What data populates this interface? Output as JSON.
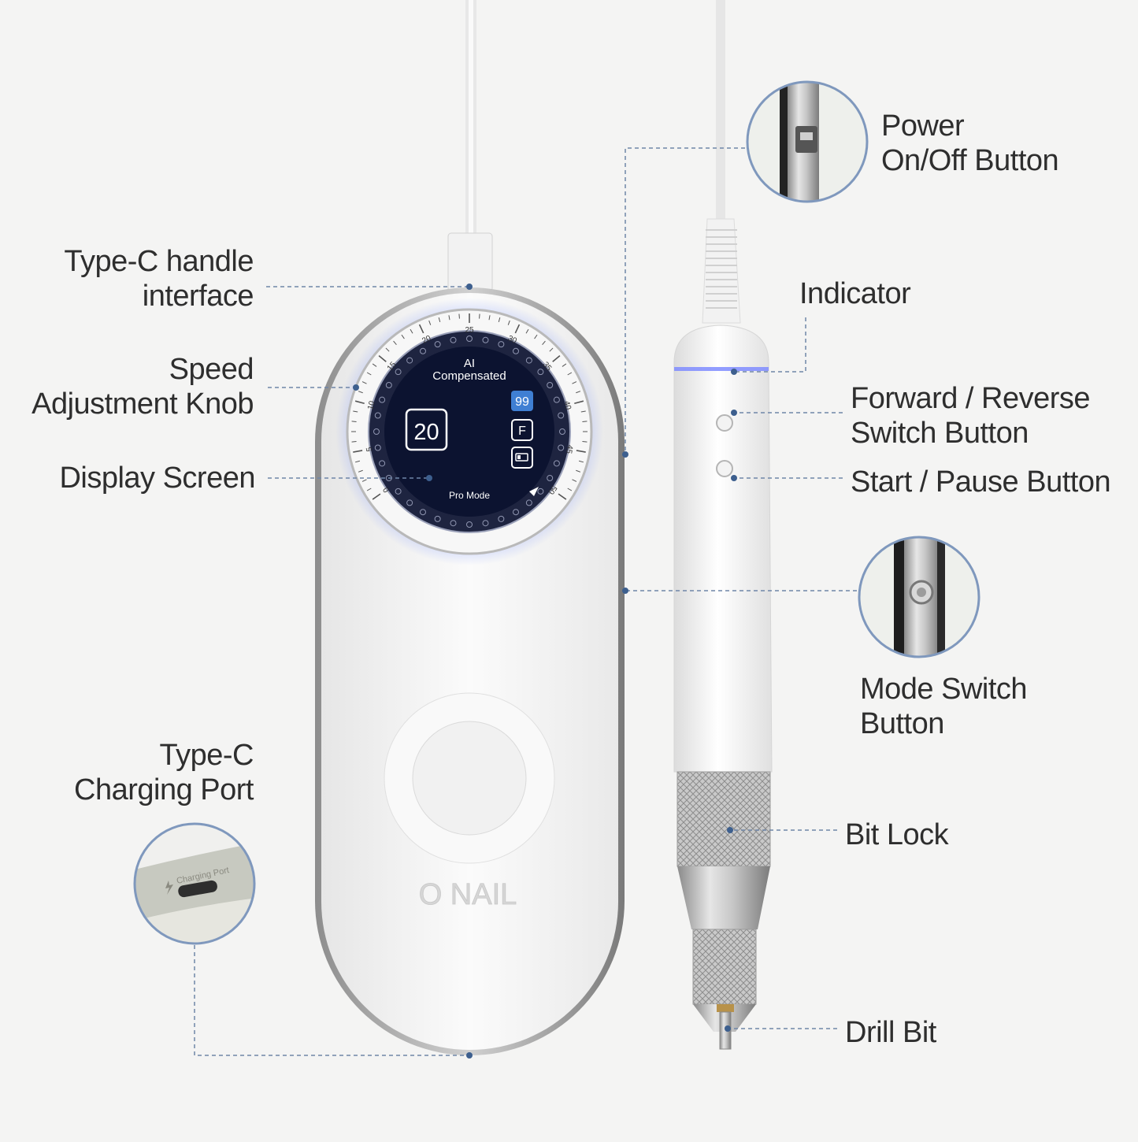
{
  "labels": {
    "type_c_handle": [
      "Type-C handle",
      "interface"
    ],
    "speed_knob": [
      "Speed",
      "Adjustment Knob"
    ],
    "display_screen": [
      "Display Screen"
    ],
    "type_c_charging": [
      "Type-C",
      "Charging Port"
    ],
    "power_button": [
      "Power",
      "On/Off Button"
    ],
    "indicator": [
      "Indicator"
    ],
    "forward_reverse": [
      "Forward / Reverse",
      "Switch Button"
    ],
    "start_pause": [
      "Start / Pause Button"
    ],
    "mode_switch": [
      "Mode Switch",
      "Button"
    ],
    "bit_lock": [
      "Bit Lock"
    ],
    "drill_bit": [
      "Drill Bit"
    ]
  },
  "screen": {
    "title_line1": "AI",
    "title_line2": "Compensated",
    "speed_value": "20",
    "badge_99": "99",
    "badge_f": "F",
    "mode": "Pro Mode",
    "dial_ticks": [
      "0",
      "5",
      "10",
      "15",
      "20",
      "25",
      "30",
      "35",
      "40",
      "45",
      "50"
    ]
  },
  "device": {
    "brand": "O NAIL"
  },
  "inset": {
    "charging_port_text": "Charging Port"
  },
  "colors": {
    "leader_line": "#6f86a8",
    "inset_ring": "#7f98bd",
    "screen_bg": "#0c1330",
    "glow": "#5b7bff"
  }
}
